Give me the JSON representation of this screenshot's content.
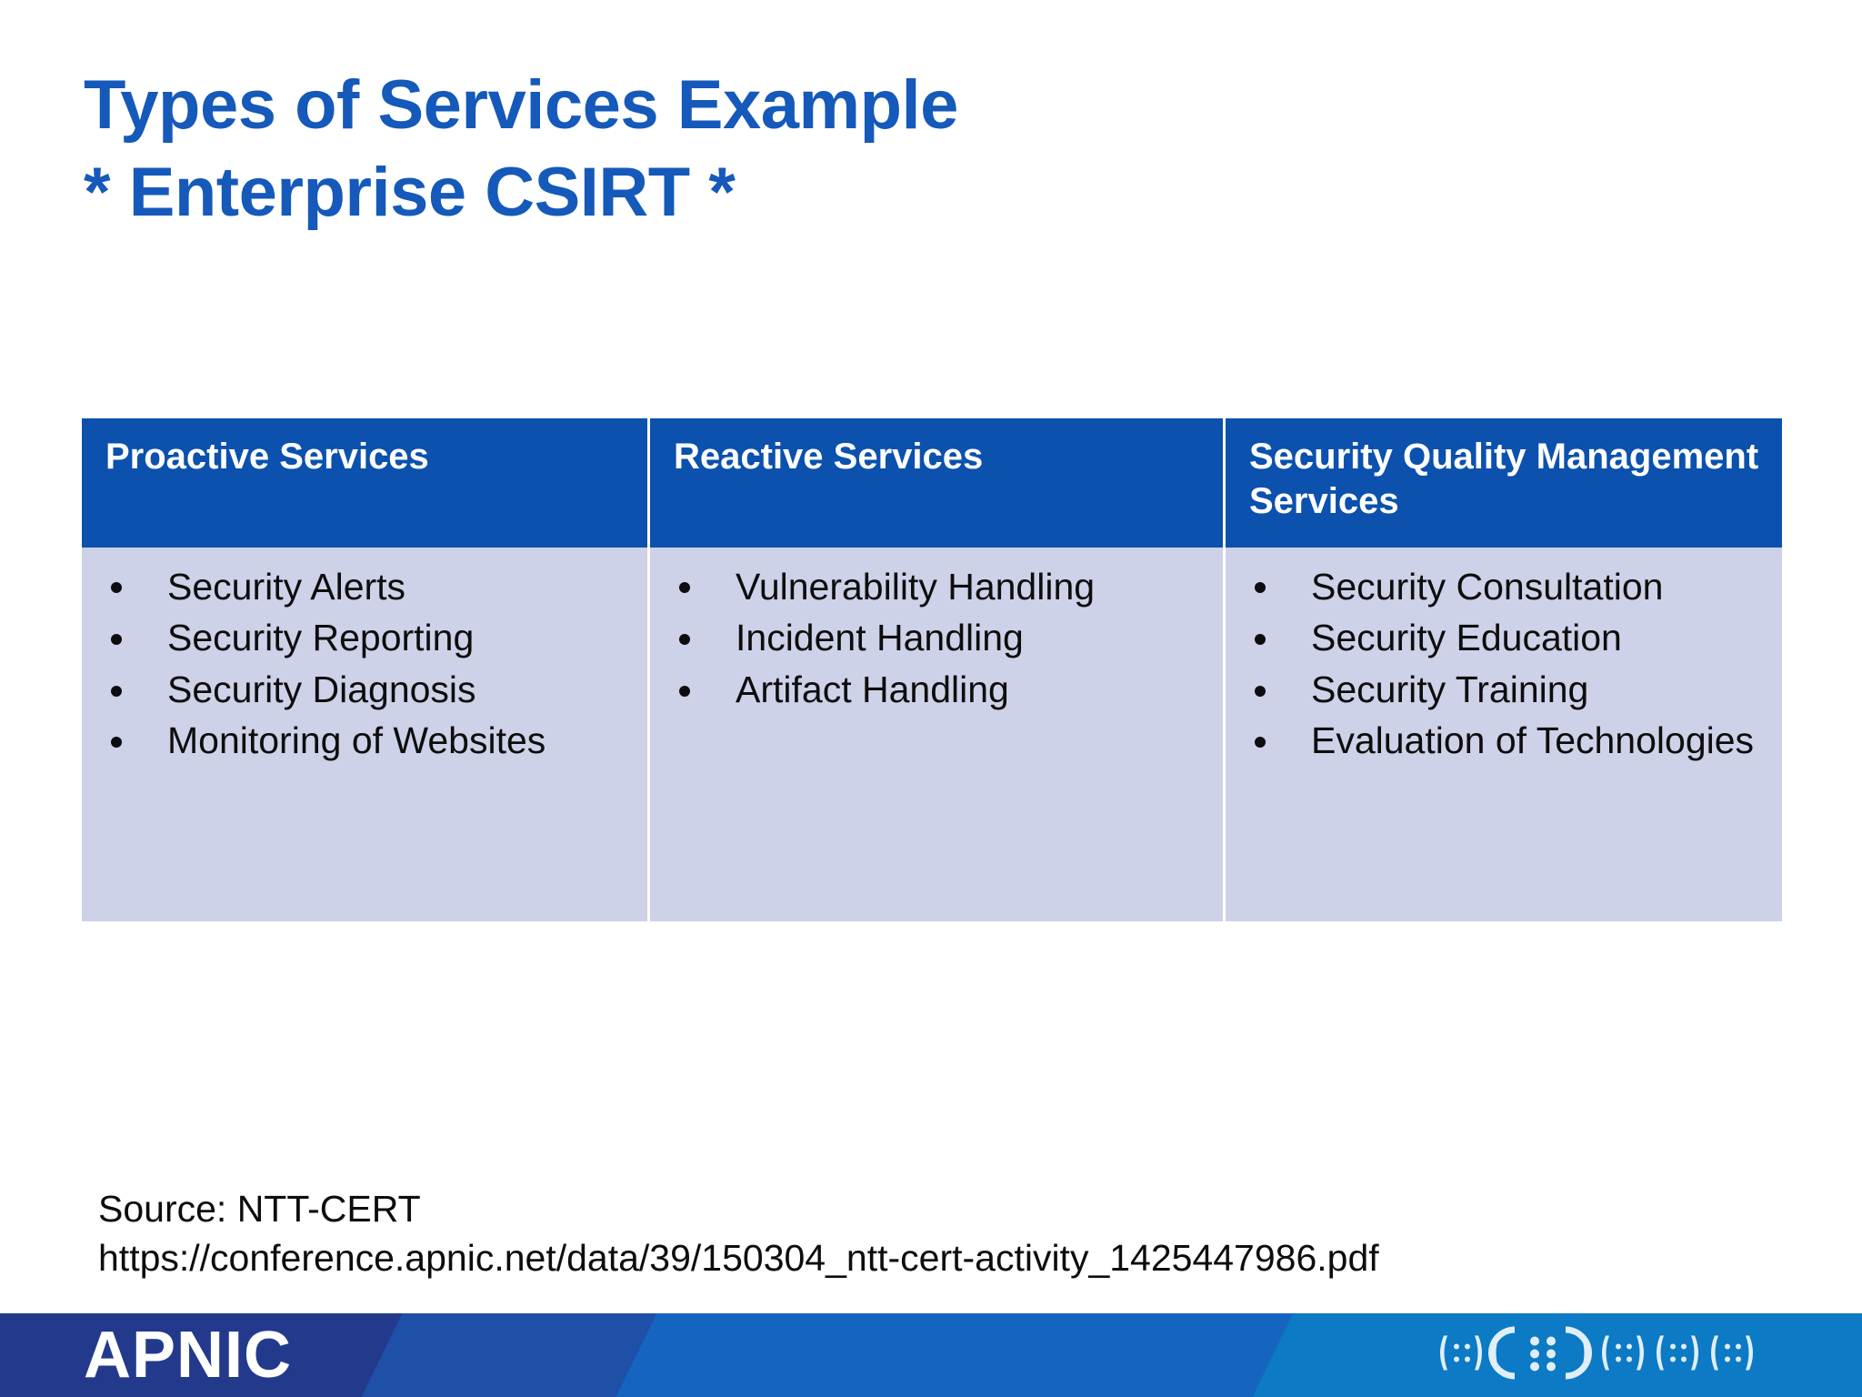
{
  "slide": {
    "title_lines": [
      "Types of Services Example",
      "* Enterprise CSIRT *"
    ],
    "title_color": "#1559ba"
  },
  "table": {
    "header_bg": "#0b51ad",
    "header_text_color": "#ffffff",
    "body_bg": "#ced2e8",
    "body_text_color": "#0d0d0d",
    "columns": [
      {
        "header": "Proactive Services",
        "items": [
          "Security Alerts",
          "Security Reporting",
          "Security Diagnosis",
          "Monitoring of Websites"
        ]
      },
      {
        "header": "Reactive Services",
        "items": [
          "Vulnerability Handling",
          "Incident Handling",
          "Artifact Handling"
        ]
      },
      {
        "header": "Security Quality Management Services",
        "items": [
          "Security Consultation",
          "Security Education",
          "Security Training",
          "Evaluation of Technologies"
        ]
      }
    ]
  },
  "source": {
    "label": "Source: NTT-CERT",
    "url": "https://conference.apnic.net/data/39/150304_ntt-cert-activity_1425447986.pdf"
  },
  "footer": {
    "brand": "APNIC",
    "bar_color": "#233a8c",
    "accent_color": "#0c7ac4"
  }
}
